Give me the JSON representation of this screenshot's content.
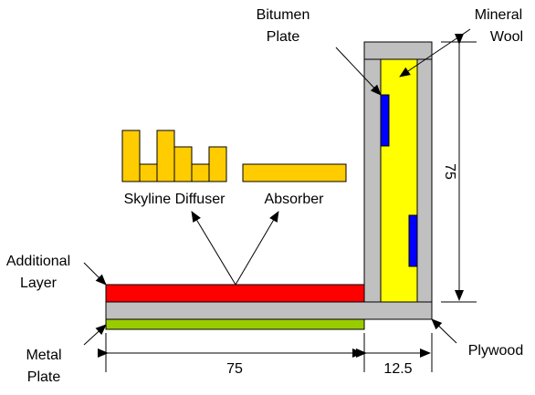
{
  "labels": {
    "bitumen_plate_1": "Bitumen",
    "bitumen_plate_2": "Plate",
    "mineral_wool_1": "Mineral",
    "mineral_wool_2": "Wool",
    "skyline_diffuser": "Skyline Diffuser",
    "absorber": "Absorber",
    "additional_layer_1": "Additional",
    "additional_layer_2": "Layer",
    "metal_plate_1": "Metal",
    "metal_plate_2": "Plate",
    "plywood": "Plywood"
  },
  "dimensions": {
    "bottom_length": "75",
    "bottom_thickness": "12.5",
    "wall_height": "75"
  },
  "colors": {
    "plywood": "#c0c0c0",
    "mineral_wool": "#ffff00",
    "bitumen": "#0000ff",
    "additional_layer": "#ff0000",
    "metal_plate": "#99cc00",
    "diffuser": "#ffcc00"
  }
}
